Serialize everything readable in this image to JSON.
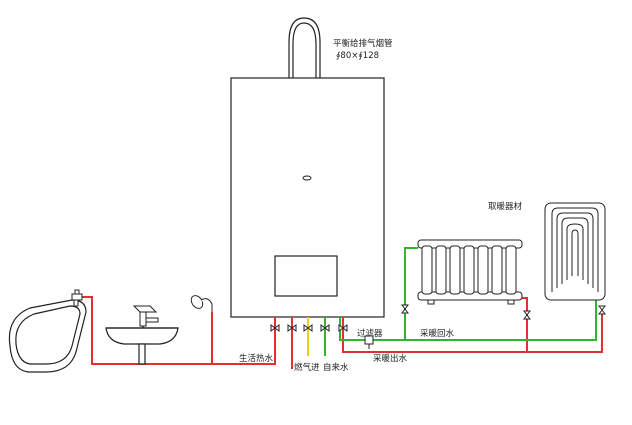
{
  "flue": {
    "label": "平衡给排气烟管",
    "size": "∮80×∮128"
  },
  "labels": {
    "radiator": "取暖器材",
    "heating_return": "采暖回水",
    "filter": "过滤器",
    "heating_supply": "采暖出水",
    "domestic_hot_water": "生活热水",
    "gas_inlet": "燃气进",
    "tap_water": "自来水"
  },
  "colors": {
    "hot_pipe": "#e03030",
    "return_pipe": "#2fb52f",
    "gas_pipe": "#e6d21a",
    "outline": "#222222"
  }
}
